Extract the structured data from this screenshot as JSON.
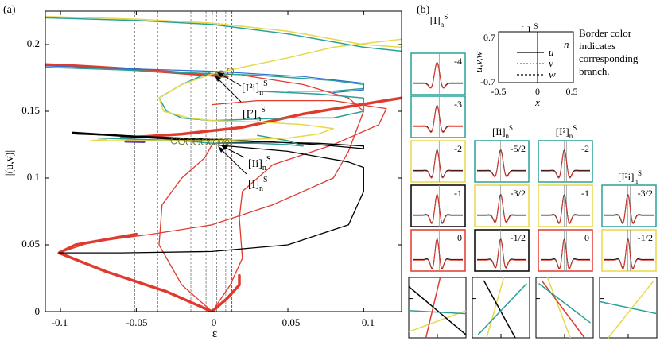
{
  "panel_a": {
    "label": "(a)",
    "ylabel": "|(u,v)|",
    "xlabel": "ε",
    "x_ticks": [
      "-0.1",
      "-0.05",
      "0",
      "0.05",
      "0.1"
    ],
    "y_ticks": [
      "0",
      "0.05",
      "0.1",
      "0.15",
      "0.2"
    ],
    "annotations": [
      {
        "base": "[I²i]",
        "sub": "n",
        "sup": "S"
      },
      {
        "base": "[I²]",
        "sub": "n",
        "sup": "S"
      },
      {
        "base": "[Ii]",
        "sub": "n",
        "sup": "S"
      },
      {
        "base": "[I]",
        "sub": "n",
        "sup": "S"
      }
    ]
  },
  "panel_b": {
    "label": "(b)",
    "legend": {
      "title_base": "[.]",
      "title_sub": "n",
      "title_sup": "S",
      "n_label": "n",
      "ylabel": "u,v,w",
      "y_top": "0.7",
      "y_bottom": "-0.7",
      "x_ticks": [
        "-0.5",
        "0",
        "0.5"
      ],
      "xlabel": "x",
      "entries": [
        "u",
        "v",
        "w"
      ],
      "note": "Border color indicates corresponding branch."
    },
    "columns": [
      {
        "title_base": "[I]",
        "title_sub": "n",
        "title_sup": "S",
        "cells": [
          {
            "label": "-4",
            "border": "#2aa198"
          },
          {
            "label": "-3",
            "border": "#2aa198"
          },
          {
            "label": "-2",
            "border": "#e6d84a"
          },
          {
            "label": "-1",
            "border": "#000000"
          },
          {
            "label": "0",
            "border": "#e03a2f"
          }
        ]
      },
      {
        "title_base": "[Ii]",
        "title_sub": "n",
        "title_sup": "S",
        "cells": [
          {
            "label": "-5/2",
            "border": "#2aa198"
          },
          {
            "label": "-3/2",
            "border": "#e6d84a"
          },
          {
            "label": "-1/2",
            "border": "#000000"
          }
        ]
      },
      {
        "title_base": "[I²]",
        "title_sub": "n",
        "title_sup": "S",
        "cells": [
          {
            "label": "-2",
            "border": "#2aa198"
          },
          {
            "label": "-1",
            "border": "#e6d84a"
          },
          {
            "label": "0",
            "border": "#e03a2f"
          }
        ]
      },
      {
        "title_base": "[I²i]",
        "title_sub": "n",
        "title_sup": "S",
        "cells": [
          {
            "label": "-3/2",
            "border": "#2aa198"
          },
          {
            "label": "-1/2",
            "border": "#e6d84a"
          }
        ]
      }
    ]
  },
  "colors": {
    "red": "#e03a2f",
    "teal": "#2aa198",
    "yellow": "#e6d84a",
    "black": "#000000",
    "blue": "#2f6fd0",
    "purple": "#6a3fb5"
  },
  "chart_data": {
    "type": "line",
    "xlim": [
      -0.11,
      0.125
    ],
    "ylim": [
      0,
      0.225
    ],
    "grid": false,
    "vlines": [
      {
        "x": -0.051,
        "color": "gray",
        "style": "dashed"
      },
      {
        "x": -0.036,
        "color": "red",
        "style": "dashed"
      },
      {
        "x": -0.014,
        "color": "gray",
        "style": "dashed"
      },
      {
        "x": -0.008,
        "color": "gray",
        "style": "dashed"
      },
      {
        "x": -0.004,
        "color": "gray",
        "style": "dashed"
      },
      {
        "x": 0.0,
        "color": "gray",
        "style": "solid"
      },
      {
        "x": 0.003,
        "color": "gray",
        "style": "dashed"
      },
      {
        "x": 0.009,
        "color": "gray",
        "style": "dashed"
      },
      {
        "x": 0.013,
        "color": "red",
        "style": "dashed"
      }
    ],
    "series": [
      {
        "color": "red",
        "width": 3.5,
        "points": [
          [
            0,
            0
          ],
          [
            -0.03,
            0.015
          ],
          [
            -0.07,
            0.03
          ],
          [
            -0.101,
            0.044
          ],
          [
            -0.09,
            0.05
          ],
          [
            -0.05,
            0.058
          ]
        ]
      },
      {
        "color": "red",
        "width": 3.5,
        "points": [
          [
            0,
            0
          ],
          [
            0.01,
            0.01
          ],
          [
            0.018,
            0.02
          ],
          [
            0.018,
            0.027
          ]
        ]
      },
      {
        "color": "red",
        "width": 3.5,
        "points": [
          [
            -0.06,
            0.13
          ],
          [
            -0.02,
            0.133
          ],
          [
            0.02,
            0.138
          ],
          [
            0.06,
            0.148
          ],
          [
            0.125,
            0.16
          ]
        ]
      },
      {
        "color": "red",
        "width": 3.5,
        "points": [
          [
            -0.11,
            0.185
          ],
          [
            -0.09,
            0.184
          ],
          [
            -0.06,
            0.182
          ],
          [
            0.0,
            0.177
          ],
          [
            0.01,
            0.176
          ]
        ]
      },
      {
        "color": "red",
        "width": 1.3,
        "points": [
          [
            -0.101,
            0.044
          ],
          [
            -0.08,
            0.052
          ],
          [
            -0.04,
            0.058
          ],
          [
            0.0,
            0.065
          ],
          [
            0.04,
            0.08
          ],
          [
            0.08,
            0.1
          ],
          [
            0.09,
            0.12
          ],
          [
            0.1,
            0.15
          ],
          [
            0.09,
            0.16
          ],
          [
            0.06,
            0.17
          ],
          [
            0.02,
            0.177
          ]
        ]
      },
      {
        "color": "red",
        "width": 1.3,
        "points": [
          [
            0,
            0
          ],
          [
            -0.02,
            0.02
          ],
          [
            -0.035,
            0.05
          ],
          [
            -0.033,
            0.08
          ],
          [
            -0.02,
            0.1
          ],
          [
            -0.005,
            0.115
          ],
          [
            0.0,
            0.125
          ]
        ]
      },
      {
        "color": "red",
        "width": 1.3,
        "points": [
          [
            0,
            0
          ],
          [
            0.012,
            0.02
          ],
          [
            0.02,
            0.04
          ],
          [
            0.018,
            0.07
          ],
          [
            0.02,
            0.09
          ],
          [
            0.04,
            0.11
          ],
          [
            0.08,
            0.125
          ],
          [
            0.11,
            0.14
          ],
          [
            0.115,
            0.152
          ],
          [
            0.08,
            0.158
          ],
          [
            0.03,
            0.158
          ],
          [
            0.0,
            0.155
          ]
        ]
      },
      {
        "color": "black",
        "width": 1.3,
        "points": [
          [
            -0.101,
            0.044
          ],
          [
            -0.06,
            0.044
          ],
          [
            0.0,
            0.045
          ],
          [
            0.05,
            0.05
          ],
          [
            0.09,
            0.065
          ],
          [
            0.1,
            0.09
          ],
          [
            0.1,
            0.108
          ],
          [
            0.09,
            0.112
          ],
          [
            0.05,
            0.12
          ],
          [
            0.0,
            0.125
          ]
        ]
      },
      {
        "color": "black",
        "width": 1.3,
        "points": [
          [
            -0.09,
            0.133
          ],
          [
            -0.04,
            0.131
          ],
          [
            0.0,
            0.129
          ],
          [
            0.04,
            0.127
          ],
          [
            0.07,
            0.125
          ],
          [
            0.1,
            0.122
          ],
          [
            0.1,
            0.124
          ],
          [
            0.07,
            0.126
          ],
          [
            0.03,
            0.127
          ],
          [
            0.0,
            0.126
          ]
        ]
      },
      {
        "color": "black",
        "width": 2.5,
        "points": [
          [
            -0.092,
            0.134
          ],
          [
            -0.05,
            0.131
          ],
          [
            -0.02,
            0.129
          ],
          [
            0.0,
            0.128
          ]
        ]
      },
      {
        "color": "purple",
        "width": 3.5,
        "points": [
          [
            -0.057,
            0.1275
          ],
          [
            -0.045,
            0.1272
          ]
        ]
      },
      {
        "color": "teal",
        "width": 1.5,
        "points": [
          [
            -0.11,
            0.22
          ],
          [
            -0.05,
            0.218
          ],
          [
            0.0,
            0.215
          ],
          [
            0.05,
            0.208
          ],
          [
            0.1,
            0.198
          ],
          [
            0.125,
            0.195
          ]
        ]
      },
      {
        "color": "teal",
        "width": 1.5,
        "points": [
          [
            -0.11,
            0.183
          ],
          [
            -0.06,
            0.181
          ],
          [
            -0.02,
            0.179
          ],
          [
            0.03,
            0.177
          ],
          [
            0.08,
            0.173
          ],
          [
            0.1,
            0.17
          ],
          [
            0.1,
            0.167
          ],
          [
            0.08,
            0.165
          ],
          [
            0.05,
            0.165
          ]
        ]
      },
      {
        "color": "teal",
        "width": 1.5,
        "points": [
          [
            0.0,
            0.18
          ],
          [
            -0.02,
            0.17
          ],
          [
            -0.035,
            0.16
          ],
          [
            -0.03,
            0.15
          ],
          [
            -0.02,
            0.145
          ],
          [
            0.0,
            0.143
          ],
          [
            0.05,
            0.145
          ],
          [
            0.08,
            0.145
          ],
          [
            0.1,
            0.15
          ],
          [
            0.1,
            0.16
          ],
          [
            0.07,
            0.163
          ],
          [
            0.03,
            0.165
          ]
        ]
      },
      {
        "color": "teal",
        "width": 1.5,
        "points": [
          [
            -0.075,
            0.13
          ],
          [
            -0.05,
            0.129
          ],
          [
            -0.02,
            0.128
          ],
          [
            0.0,
            0.126
          ],
          [
            0.03,
            0.126
          ],
          [
            0.05,
            0.125
          ],
          [
            0.06,
            0.124
          ],
          [
            0.05,
            0.128
          ],
          [
            0.03,
            0.132
          ]
        ]
      },
      {
        "color": "yellow",
        "width": 1.5,
        "points": [
          [
            -0.11,
            0.221
          ],
          [
            -0.05,
            0.219
          ],
          [
            0.0,
            0.216
          ],
          [
            0.05,
            0.21
          ],
          [
            0.1,
            0.2
          ],
          [
            0.125,
            0.198
          ]
        ]
      },
      {
        "color": "yellow",
        "width": 1.5,
        "points": [
          [
            0.125,
            0.204
          ],
          [
            0.08,
            0.198
          ],
          [
            0.05,
            0.19
          ],
          [
            0.02,
            0.183
          ],
          [
            0.0,
            0.178
          ],
          [
            -0.02,
            0.17
          ],
          [
            -0.035,
            0.16
          ],
          [
            -0.032,
            0.15
          ],
          [
            -0.015,
            0.145
          ],
          [
            0.0,
            0.143
          ],
          [
            0.03,
            0.142
          ],
          [
            0.06,
            0.14
          ],
          [
            0.08,
            0.137
          ],
          [
            0.07,
            0.133
          ],
          [
            0.05,
            0.13
          ],
          [
            0.0,
            0.128
          ],
          [
            -0.05,
            0.128
          ],
          [
            -0.08,
            0.128
          ],
          [
            -0.07,
            0.129
          ]
        ]
      },
      {
        "color": "blue",
        "width": 1.2,
        "points": [
          [
            -0.11,
            0.184
          ],
          [
            -0.06,
            0.182
          ],
          [
            0.0,
            0.18
          ],
          [
            0.06,
            0.176
          ],
          [
            0.1,
            0.171
          ],
          [
            0.1,
            0.166
          ],
          [
            0.08,
            0.164
          ]
        ]
      }
    ],
    "markers": [
      [
        0.012,
        0.18
      ],
      [
        -0.02,
        0.1275
      ],
      [
        -0.015,
        0.127
      ],
      [
        -0.01,
        0.127
      ],
      [
        -0.005,
        0.127
      ],
      [
        0.0,
        0.127
      ],
      [
        0.003,
        0.127
      ],
      [
        0.006,
        0.127
      ],
      [
        0.009,
        0.127
      ],
      [
        0.011,
        0.127
      ],
      [
        -0.025,
        0.128
      ],
      [
        0.004,
        0.177
      ],
      [
        0.006,
        0.178
      ]
    ]
  }
}
